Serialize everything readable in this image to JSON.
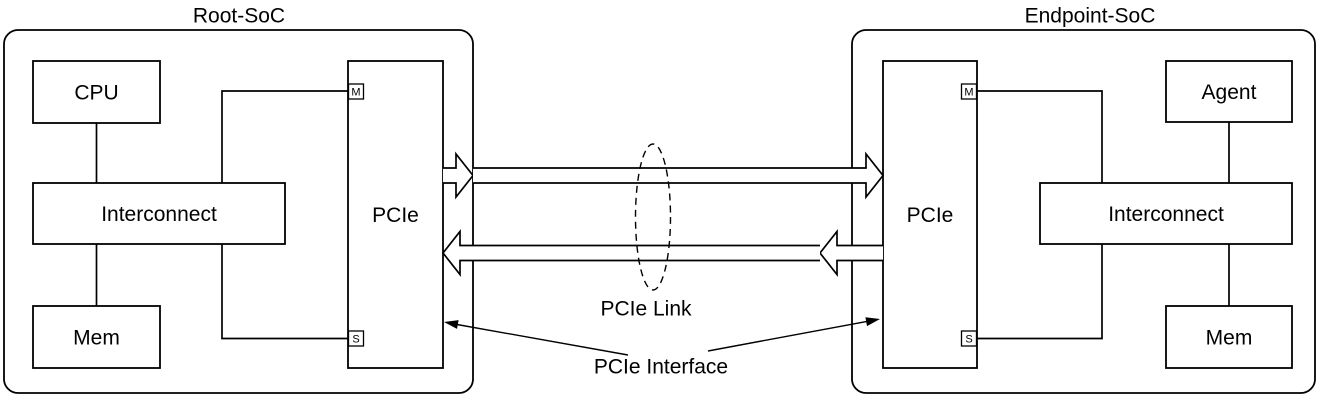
{
  "colors": {
    "background": "#ffffff",
    "stroke": "#000000"
  },
  "root_soc": {
    "title": "Root-SoC",
    "cpu": "CPU",
    "interconnect": "Interconnect",
    "mem": "Mem",
    "pcie": "PCIe",
    "master_port": "M",
    "slave_port": "S"
  },
  "endpoint_soc": {
    "title": "Endpoint-SoC",
    "agent": "Agent",
    "interconnect": "Interconnect",
    "mem": "Mem",
    "pcie": "PCIe",
    "master_port": "M",
    "slave_port": "S"
  },
  "annotations": {
    "pcie_link": "PCIe Link",
    "pcie_interface": "PCIe Interface"
  }
}
